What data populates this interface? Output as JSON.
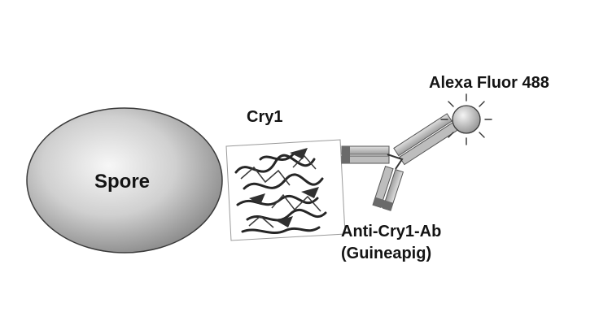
{
  "labels": {
    "spore": "Spore",
    "cry1": "Cry1",
    "fluor": "Alexa Fluor 488",
    "antibody_line1": "Anti-Cry1-Ab",
    "antibody_line2": "(Guineapig)"
  },
  "icons": {
    "spore": "spore-ellipse",
    "protein": "cry1-protein-ribbon",
    "antibody": "y-shaped-antibody",
    "fluorophore": "fluorophore-sphere"
  },
  "colors": {
    "background": "#ffffff",
    "spore_light": "#f6f6f6",
    "spore_dark": "#8f8f8f",
    "outline": "#2b2b2b",
    "antibody_dark": "#555555",
    "antibody_light": "#bdbdbd",
    "text": "#141414"
  }
}
